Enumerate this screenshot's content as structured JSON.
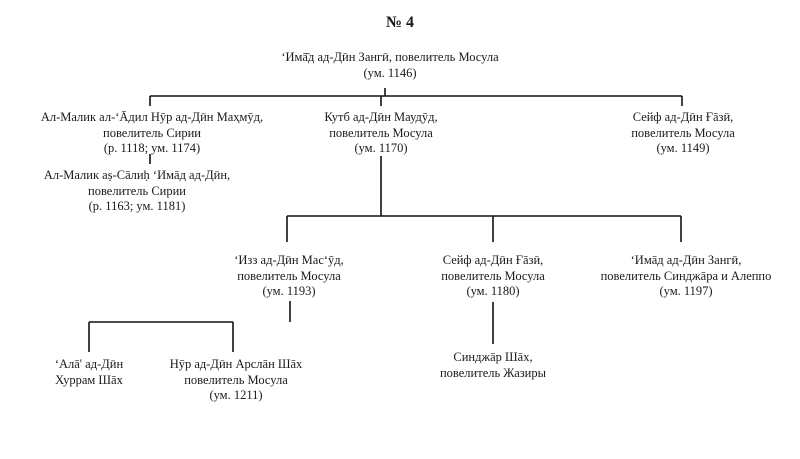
{
  "diagram": {
    "title": "№ 4",
    "nodes": {
      "root": {
        "name": "ʻИмā̄д ад-Дӣн Зангӣ, повелитель Мосула",
        "title": "",
        "dates": "(ум. 1146)"
      },
      "nur": {
        "name": "Ал-Малик ал-ʻĀдил Нӯр ад-Дӣн Маҳмӯд,",
        "title": "повелитель Сирии",
        "dates": "(р. 1118; ум. 1174)"
      },
      "salih": {
        "name": "Ал-Малик аṣ-Сāлиḥ ʻИмāд ад-Дӣн,",
        "title": "повелитель Сирии",
        "dates": "(р. 1163; ум. 1181)"
      },
      "qutb": {
        "name": "Кутб ад-Дӣн Маудӯд,",
        "title": "повелитель Мосула",
        "dates": "(ум. 1170)"
      },
      "sayf1": {
        "name": "Сейф ад-Дӣн Ғāзӣ,",
        "title": "повелитель Мосула",
        "dates": "(ум. 1149)"
      },
      "izz": {
        "name": "ʻИзз ад-Дӣн Масʻӯд,",
        "title": "повелитель Мосула",
        "dates": "(ум. 1193)"
      },
      "sayf2": {
        "name": "Сейф ад-Дӣн Ғāзӣ,",
        "title": "повелитель Мосула",
        "dates": "(ум. 1180)"
      },
      "imad2": {
        "name": "ʻИмāд ад-Дӣн Зангӣ,",
        "title": "повелитель Синджāра и Алеппо",
        "dates": "(ум. 1197)"
      },
      "ala": {
        "name": "ʻАлā' ад-Дӣн",
        "title": "Хуррам Шāх",
        "dates": ""
      },
      "nurarslan": {
        "name": "Нӯр ад-Дӣн Арслāн Шāх",
        "title": "повелитель Мосула",
        "dates": "(ум. 1211)"
      },
      "sinjar": {
        "name": "Синджāр Шāх,",
        "title": "повелитель Жазиры",
        "dates": ""
      }
    }
  }
}
